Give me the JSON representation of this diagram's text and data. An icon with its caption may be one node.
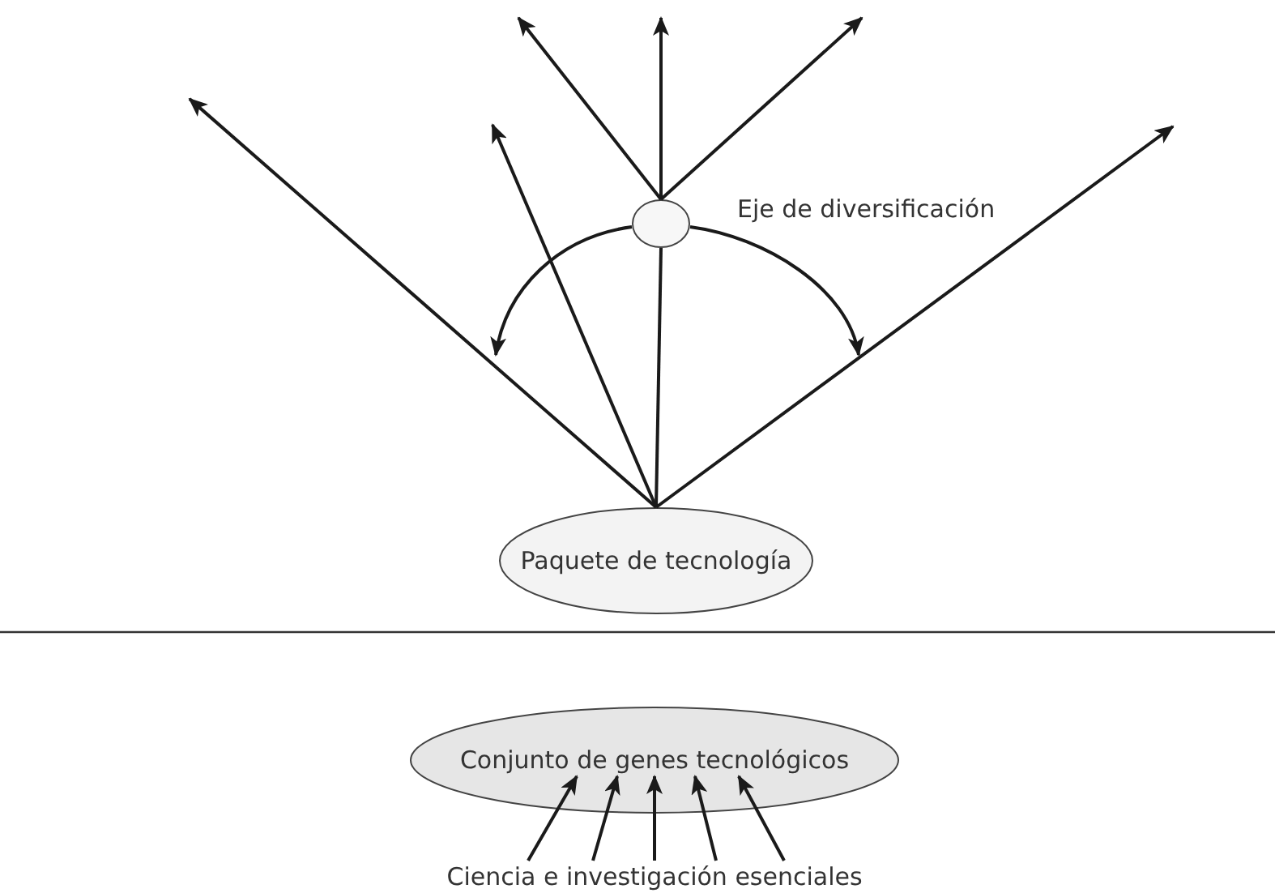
{
  "diagram": {
    "nodes": [
      {
        "text": [],
        "shape": "circle",
        "beside": [
          "Eje de diversificación"
        ]
      },
      {
        "text": [
          "Paquete de tecnología"
        ]
      },
      {
        "text": [
          "Conjunto de genes tecnológicos"
        ]
      },
      {
        "text": [
          "Ciencia e investigación esenciales"
        ]
      }
    ],
    "edges": [
      {
        "from": 0,
        "to": null,
        "arrow": "to"
      },
      {
        "from": 0,
        "to": null,
        "arrow": "to"
      },
      {
        "from": 0,
        "to": null,
        "arrow": "to"
      },
      {
        "from": 0,
        "to": null,
        "arrow": "to"
      },
      {
        "from": 0,
        "to": null,
        "arrow": "to"
      },
      {
        "from": 1,
        "to": null,
        "arrow": "to"
      },
      {
        "from": 1,
        "to": null,
        "arrow": "to"
      },
      {
        "from": 1,
        "to": 0,
        "arrow": "none"
      },
      {
        "from": 1,
        "to": null,
        "arrow": "to"
      },
      {
        "from": 3,
        "to": 2,
        "arrow": "to"
      },
      {
        "from": 3,
        "to": 2,
        "arrow": "to"
      },
      {
        "from": 3,
        "to": 2,
        "arrow": "to"
      },
      {
        "from": 3,
        "to": 2,
        "arrow": "to"
      },
      {
        "from": 3,
        "to": 2,
        "arrow": "to"
      }
    ]
  }
}
